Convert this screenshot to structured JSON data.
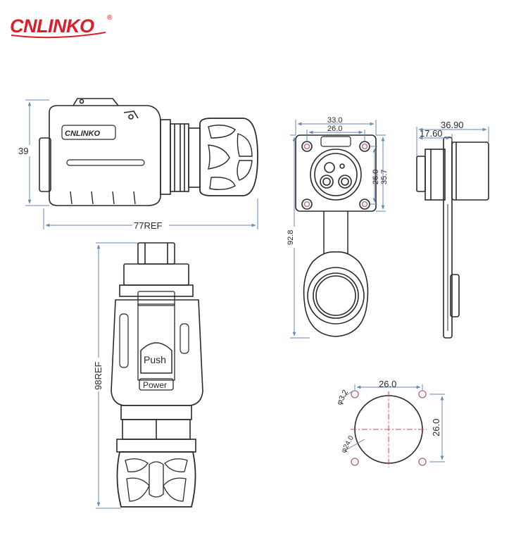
{
  "brand": {
    "name": "CNLINKO",
    "registered_mark": "®",
    "brand_color": "#d9202a",
    "body_logo": "CNLINKO"
  },
  "colors": {
    "line": "#2a2a2a",
    "dimension": "#6a87b8",
    "centerline": "#e04040",
    "hole": "#c07a9a"
  },
  "side_view": {
    "height_dim": "39",
    "length_dim": "77REF"
  },
  "front_view": {
    "length_dim": "98REF",
    "push_label": "Push",
    "power_label": "Power"
  },
  "socket_front_view": {
    "width_outer": "33.0",
    "width_inner": "26.0",
    "height_inner": "26.0",
    "height_outer": "35.7",
    "total_height": "92.8"
  },
  "socket_side_view": {
    "depth_total": "36.90",
    "depth_flange": "17.60"
  },
  "panel_cutout": {
    "hole_diameter": "φ3.2",
    "hole_spacing_x": "26.0",
    "hole_spacing_y": "26.0",
    "cutout_diameter": "φ24.0"
  }
}
